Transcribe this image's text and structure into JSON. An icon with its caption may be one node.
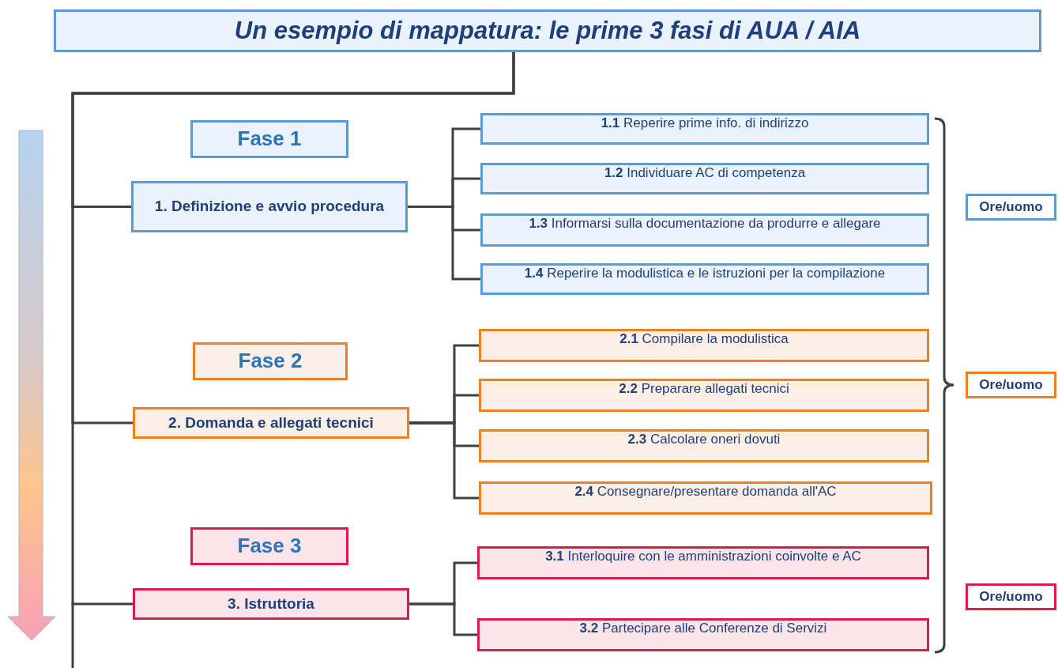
{
  "diagram": {
    "nodes": [
      {
        "text": [
          "Un esempio di mappatura: le prime 3 fasi di AUA / AIA"
        ]
      },
      {
        "text": [
          "Fase 1"
        ]
      },
      {
        "text": [
          "1. Definizione e avvio procedura"
        ]
      },
      {
        "text": [
          "**1.1** Reperire prime info. di indirizzo"
        ]
      },
      {
        "text": [
          "**1.2** Individuare AC di competenza"
        ]
      },
      {
        "text": [
          "**1.3** Informarsi sulla documentazione da produrre e allegare"
        ]
      },
      {
        "text": [
          "**1.4** Reperire la modulistica e le istruzioni per la compilazione"
        ]
      },
      {
        "text": [
          "Ore/uomo"
        ]
      },
      {
        "text": [
          "Fase 2"
        ]
      },
      {
        "text": [
          "2. Domanda e allegati tecnici"
        ]
      },
      {
        "text": [
          "**2.1** Compilare la modulistica"
        ]
      },
      {
        "text": [
          "**2.2** Preparare allegati tecnici"
        ]
      },
      {
        "text": [
          "**2.3** Calcolare oneri dovuti"
        ]
      },
      {
        "text": [
          "**2.4** Consegnare/presentare domanda all'AC"
        ]
      },
      {
        "text": [
          "Ore/uomo"
        ]
      },
      {
        "text": [
          "Fase 3"
        ]
      },
      {
        "text": [
          "3. Istruttoria"
        ]
      },
      {
        "text": [
          "**3.1** Interloquire con le amministrazioni coinvolte e AC"
        ]
      },
      {
        "text": [
          "**3.2** Partecipare alle Conferenze di Servizi"
        ]
      },
      {
        "text": [
          "Ore/uomo"
        ]
      }
    ],
    "edges": [
      {
        "from": 0,
        "to": 2,
        "arrow": "none"
      },
      {
        "from": 0,
        "to": 9,
        "arrow": "none"
      },
      {
        "from": 0,
        "to": 16,
        "arrow": "none"
      },
      {
        "from": 2,
        "to": 3,
        "arrow": "none"
      },
      {
        "from": 2,
        "to": 4,
        "arrow": "none"
      },
      {
        "from": 2,
        "to": 5,
        "arrow": "none"
      },
      {
        "from": 2,
        "to": 6,
        "arrow": "none"
      },
      {
        "from": 9,
        "to": 10,
        "arrow": "none"
      },
      {
        "from": 9,
        "to": 11,
        "arrow": "none"
      },
      {
        "from": 9,
        "to": 12,
        "arrow": "none"
      },
      {
        "from": 9,
        "to": 13,
        "arrow": "none"
      },
      {
        "from": 16,
        "to": 17,
        "arrow": "none"
      },
      {
        "from": 16,
        "to": 18,
        "arrow": "none"
      }
    ]
  }
}
